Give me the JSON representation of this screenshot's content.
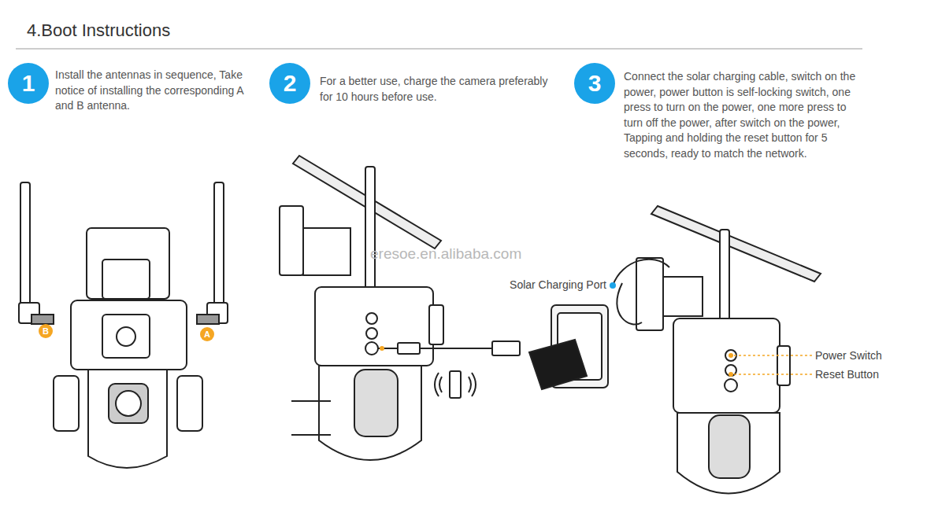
{
  "diagram": {
    "title": "4.Boot Instructions",
    "nodes": [
      {
        "text": [
          "1"
        ]
      },
      {
        "text": [
          "2"
        ]
      },
      {
        "text": [
          "3"
        ]
      },
      {
        "text": [
          "B"
        ]
      },
      {
        "text": [
          "A"
        ]
      }
    ],
    "labels": [
      "Install the antennas in sequence, Take notice of installing the corresponding A and B antenna.",
      "For a better use, charge the camera preferably for 10 hours before use.",
      "Connect the solar charging cable, switch on the power, power button is self-locking switch, one press to turn on the power, one more press to turn off the power, after switch on the power, Tapping and holding the reset button for 5 seconds, ready to match the network.",
      "eresoe.en.alibaba.com",
      "Solar Charging Port",
      "Power Switch",
      "Reset Button"
    ]
  }
}
